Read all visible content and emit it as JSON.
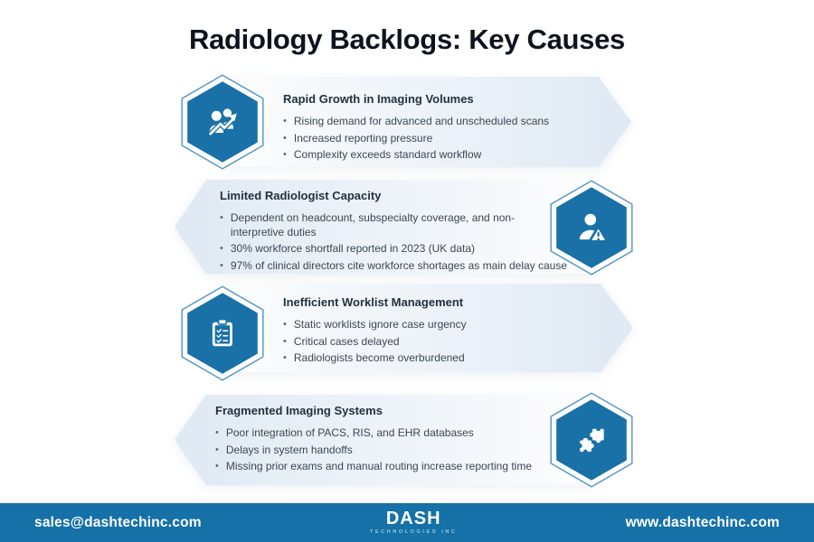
{
  "title": "Radiology Backlogs: Key Causes",
  "sections": [
    {
      "title": "Rapid Growth in Imaging Volumes",
      "icon": "people-growth-icon",
      "bullets": [
        "Rising demand for advanced and unscheduled scans",
        "Increased reporting pressure",
        "Complexity exceeds standard workflow"
      ]
    },
    {
      "title": "Limited Radiologist Capacity",
      "icon": "radiologist-warning-icon",
      "bullets": [
        "Dependent on headcount, subspecialty coverage, and non-\ninterpretive duties",
        "30% workforce shortfall reported in 2023 (UK data)",
        "97% of clinical directors cite workforce shortages as main delay cause"
      ]
    },
    {
      "title": "Inefficient Worklist Management",
      "icon": "worklist-clipboard-icon",
      "bullets": [
        "Static worklists ignore case urgency",
        "Critical cases delayed",
        "Radiologists become overburdened"
      ]
    },
    {
      "title": "Fragmented Imaging Systems",
      "icon": "puzzle-icon",
      "bullets": [
        "Poor integration of PACS, RIS, and EHR databases",
        "Delays in system handoffs",
        "Missing prior exams and manual routing increase reporting time"
      ]
    }
  ],
  "footer": {
    "email": "sales@dashtechinc.com",
    "logo_text": "DASH",
    "logo_subtext": "TECHNOLOGIES INC",
    "website": "www.dashtechinc.com"
  },
  "colors": {
    "brand_blue": "#1571A7",
    "hexagon_outline": "#4E93C2",
    "banner_tint": "#E0EAF3",
    "title_text": "#0d1420",
    "body_text": "#3a4754"
  }
}
